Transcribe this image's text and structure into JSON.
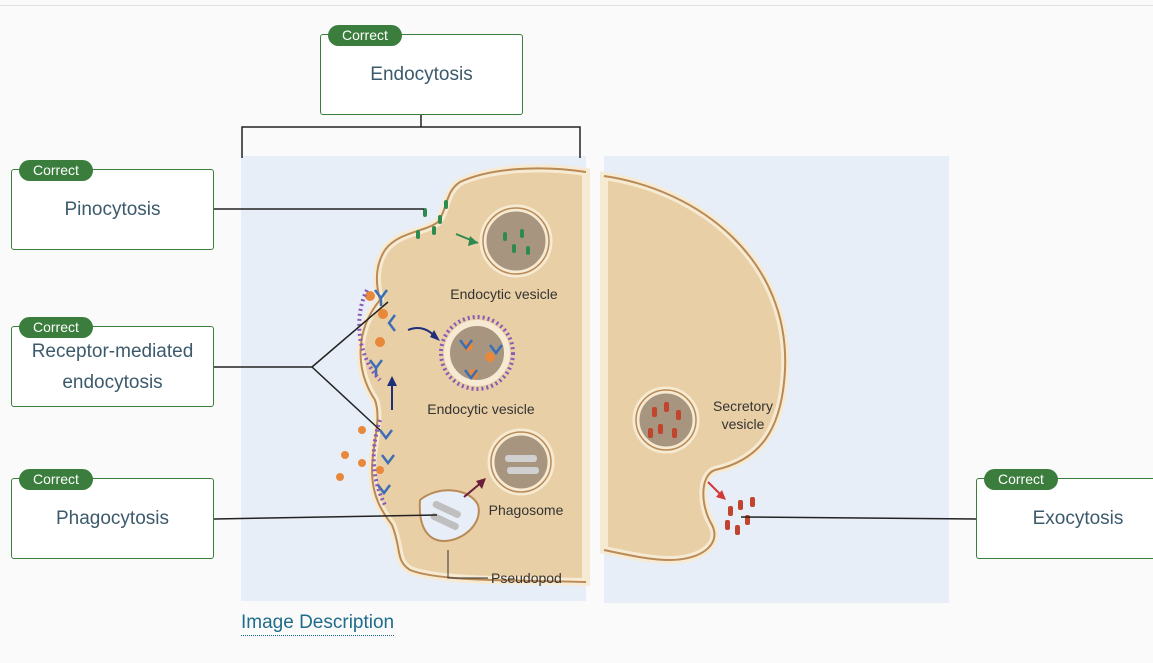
{
  "labels": {
    "endocytosis": {
      "badge": "Correct",
      "text": "Endocytosis"
    },
    "pinocytosis": {
      "badge": "Correct",
      "text": "Pinocytosis"
    },
    "receptor": {
      "badge": "Correct",
      "text": "Receptor-mediated endocytosis"
    },
    "phagocytosis": {
      "badge": "Correct",
      "text": "Phagocytosis"
    },
    "exocytosis": {
      "badge": "Correct",
      "text": "Exocytosis"
    }
  },
  "diagram": {
    "endocytic_vesicle_1": "Endocytic vesicle",
    "endocytic_vesicle_2": "Endocytic vesicle",
    "phagosome": "Phagosome",
    "pseudopod": "Pseudopod",
    "secretory_line1": "Secretory",
    "secretory_line2": "vesicle"
  },
  "image_description_link": "Image Description",
  "colors": {
    "badge_green": "#3b7d3c",
    "cell_fill": "#e9cfa6",
    "membrane": "#f7ead3",
    "panel_bg": "#e8eef7"
  }
}
